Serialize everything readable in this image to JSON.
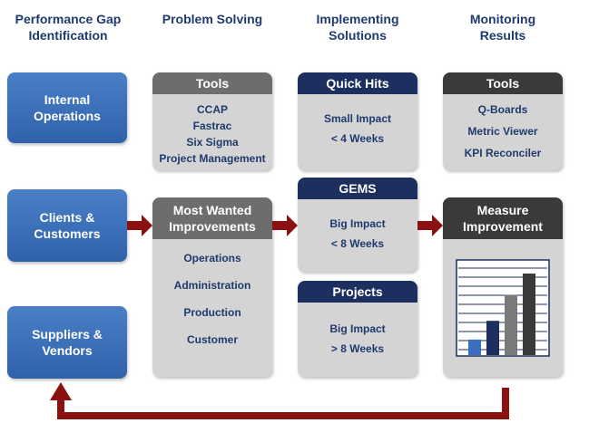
{
  "headers": [
    "Performance Gap\nIdentification",
    "Problem Solving",
    "Implementing\nSolutions",
    "Monitoring\nResults"
  ],
  "gaps": [
    "Internal\nOperations",
    "Clients &\nCustomers",
    "Suppliers &\nVendors"
  ],
  "problem_tools": {
    "title": "Tools",
    "items": [
      "CCAP",
      "Fastrac",
      "Six Sigma",
      "Project Management"
    ]
  },
  "most_wanted": {
    "title": "Most Wanted\nImprovements",
    "items": [
      "Operations",
      "Administration",
      "Production",
      "Customer"
    ]
  },
  "quick_hits": {
    "title": "Quick Hits",
    "lines": [
      "Small Impact",
      "< 4 Weeks"
    ]
  },
  "gems": {
    "title": "GEMS",
    "lines": [
      "Big Impact",
      "< 8 Weeks"
    ]
  },
  "projects": {
    "title": "Projects",
    "lines": [
      "Big Impact",
      "> 8 Weeks"
    ]
  },
  "monitor_tools": {
    "title": "Tools",
    "items": [
      "Q-Boards",
      "Metric Viewer",
      "KPI Reconciler"
    ]
  },
  "measure": {
    "title": "Measure\nImprovement",
    "bars": [
      {
        "value": 0.19,
        "color": "#3a6fc0"
      },
      {
        "value": 0.42,
        "color": "#1c2f5e"
      },
      {
        "value": 0.74,
        "color": "#7a7a7a"
      },
      {
        "value": 1.0,
        "color": "#3a3a3a"
      }
    ]
  },
  "colors": {
    "arrow": "#8b1010",
    "blue": "#3a6fb8",
    "navy": "#1c2f5e",
    "gray": "#6d6d6d"
  }
}
